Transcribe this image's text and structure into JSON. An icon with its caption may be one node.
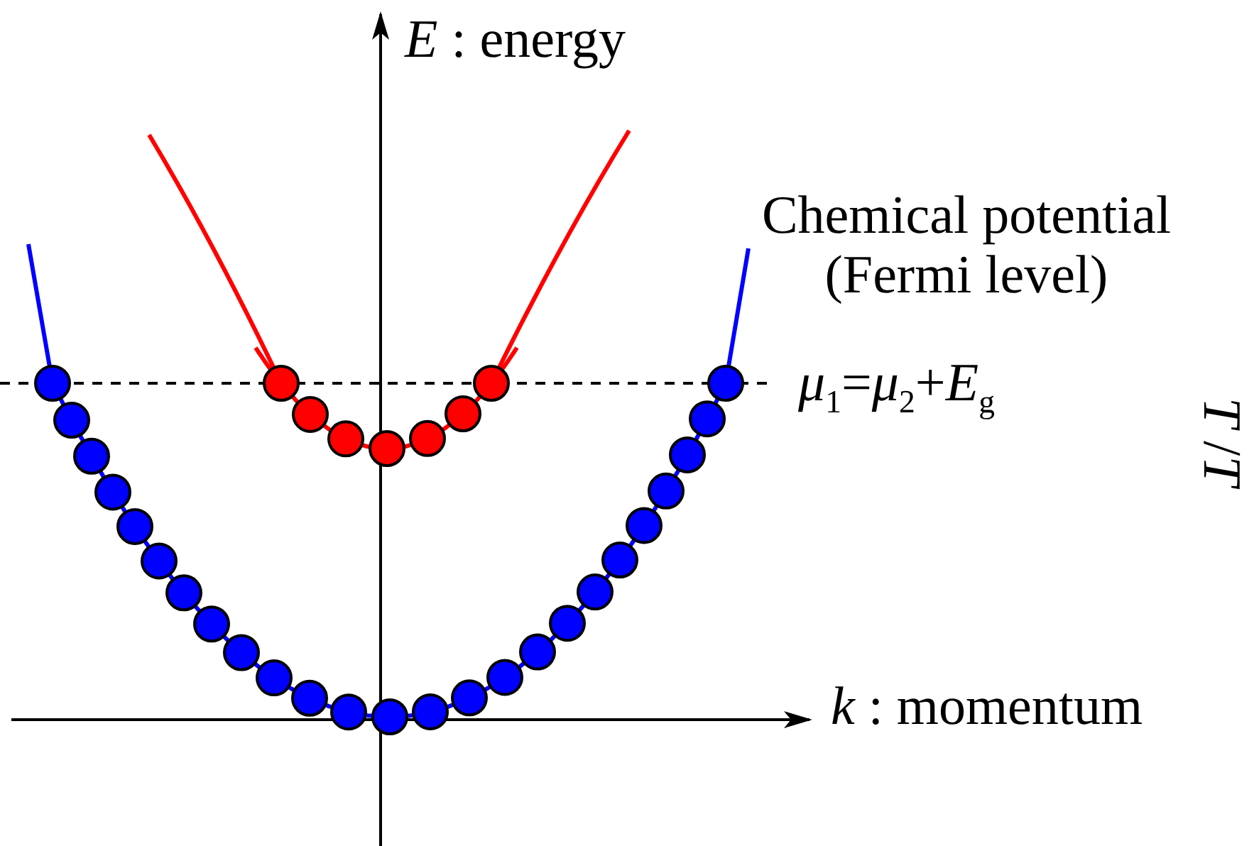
{
  "diagram": {
    "labels": [
      "*E* :  energy",
      "*k* : momentum",
      "Chemical potential (Fermi level)",
      "*μ*$_{1}$=*μ*$_{2}$+*E*$_{g}$",
      "*T* /*T*"
    ]
  }
}
